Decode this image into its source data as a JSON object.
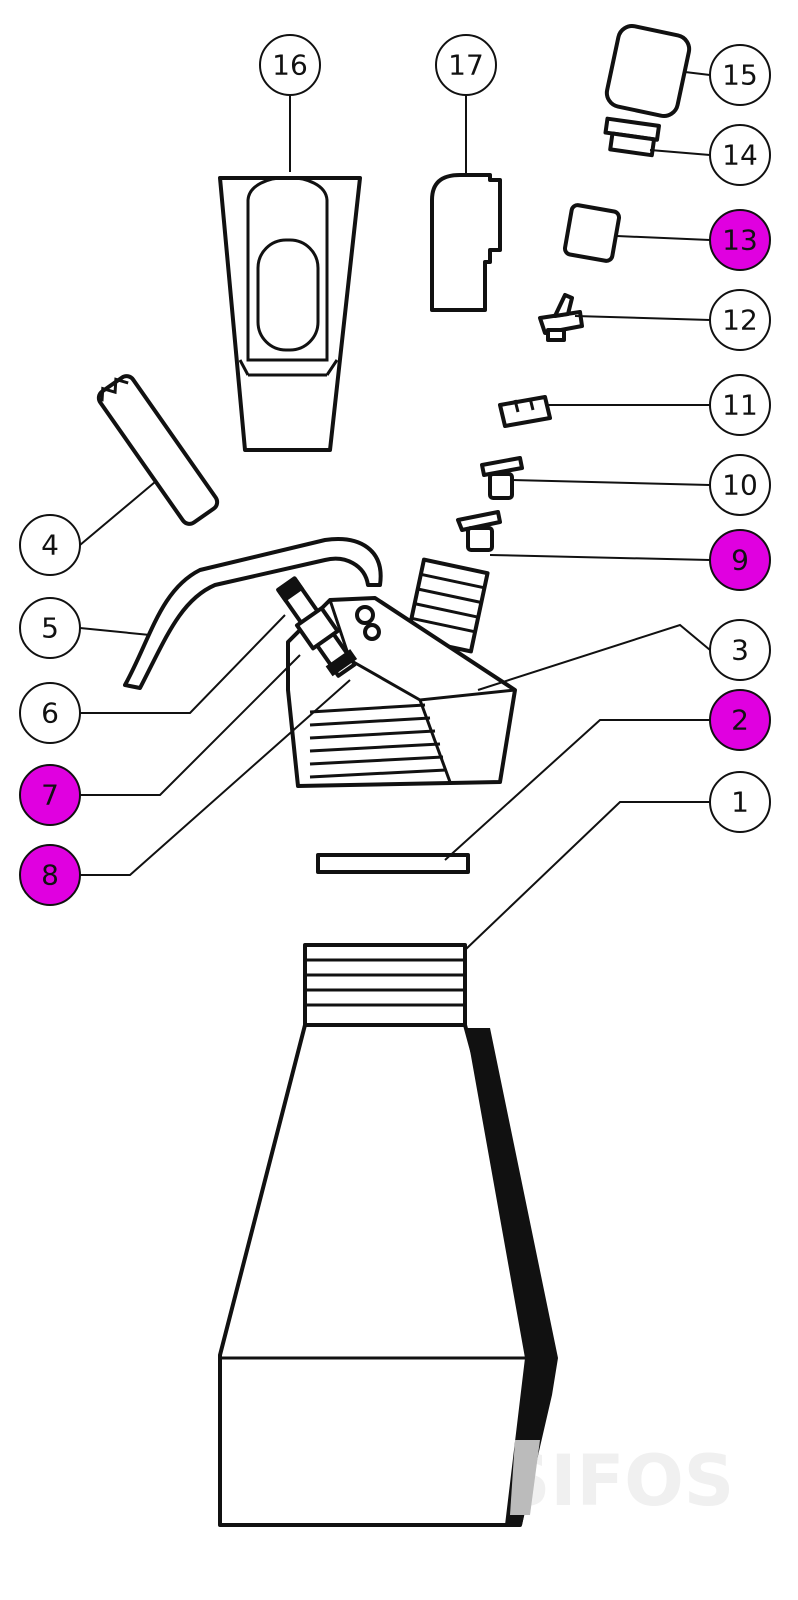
{
  "diagram": {
    "type": "exploded-parts-diagram",
    "highlight_color": "#e000e0",
    "watermark": "SIFOS",
    "callouts": [
      {
        "label": "1",
        "highlighted": false
      },
      {
        "label": "2",
        "highlighted": true
      },
      {
        "label": "3",
        "highlighted": false
      },
      {
        "label": "4",
        "highlighted": false
      },
      {
        "label": "5",
        "highlighted": false
      },
      {
        "label": "6",
        "highlighted": false
      },
      {
        "label": "7",
        "highlighted": true
      },
      {
        "label": "8",
        "highlighted": true
      },
      {
        "label": "9",
        "highlighted": true
      },
      {
        "label": "10",
        "highlighted": false
      },
      {
        "label": "11",
        "highlighted": false
      },
      {
        "label": "12",
        "highlighted": false
      },
      {
        "label": "13",
        "highlighted": true
      },
      {
        "label": "14",
        "highlighted": false
      },
      {
        "label": "15",
        "highlighted": false
      },
      {
        "label": "16",
        "highlighted": false
      },
      {
        "label": "17",
        "highlighted": false
      }
    ]
  }
}
